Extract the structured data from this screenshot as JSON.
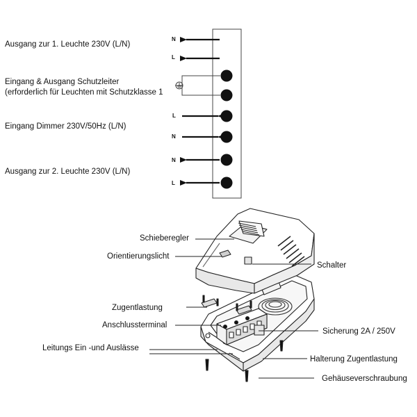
{
  "terminal_block": {
    "labels": {
      "output1": "Ausgang zur 1. Leuchte  230V (L/N)",
      "ground_line1": "Eingang & Ausgang Schutzleiter",
      "ground_line2": "(erforderlich für Leuchten mit Schutzklasse 1",
      "input": "Eingang Dimmer 230V/50Hz (L/N)",
      "output2": "Ausgang zur 2. Leuchte  230V (L/N)"
    },
    "pins": [
      "N",
      "L",
      "L",
      "N",
      "N",
      "L"
    ]
  },
  "device": {
    "slider_label": "Schieberegler",
    "orientation_light_label": "Orientierungslicht",
    "switch_label": "Schalter",
    "strain_relief_label": "Zugentlastung",
    "terminal_label": "Anschlussterminal",
    "fuse_label": "Sicherung 2A / 250V",
    "cable_ports_label": "Leitungs Ein -und  Auslässe",
    "strain_relief_holder_label": "Halterung Zugentlastung",
    "housing_screw_label": "Gehäuseverschraubung"
  }
}
